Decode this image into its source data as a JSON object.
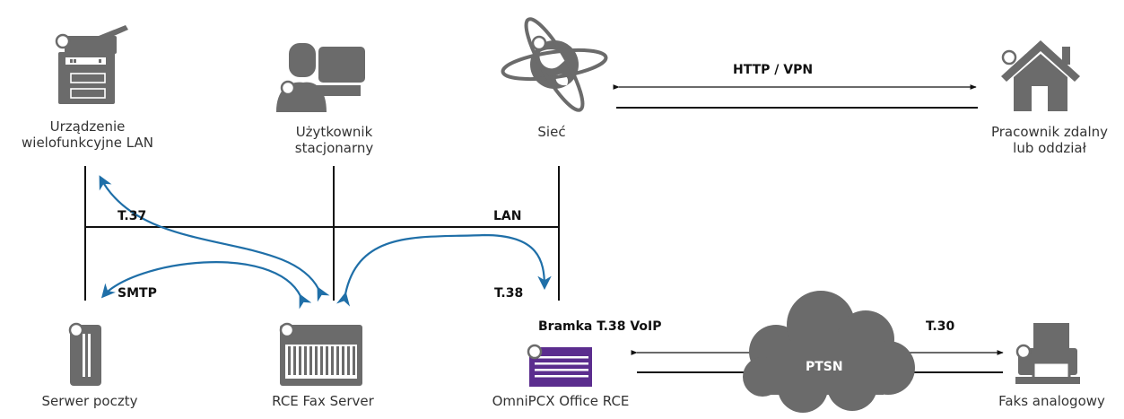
{
  "nodes": {
    "mfp": "Urządzenie\nwielofunkcyjne LAN",
    "user": "Użytkownik\nstacjonarny",
    "network": "Sieć",
    "remote": "Pracownik zdalny\nlub oddział",
    "mail": "Serwer poczty",
    "fax_server": "RCE Fax Server",
    "omnipcx": "OmniPCX Office RCE",
    "analog_fax": "Faks analogowy"
  },
  "links": {
    "http_vpn": "HTTP / VPN",
    "t37": "T.37",
    "lan": "LAN",
    "smtp": "SMTP",
    "t38": "T.38",
    "gateway": "Bramka T.38 VoIP",
    "pstn": "PTSN",
    "t30": "T.30"
  },
  "colors": {
    "icon": "#6b6b6b",
    "arrow_blue": "#1f6fa8",
    "omnipcx_purple": "#5b2d8e",
    "line": "#111111",
    "cloud": "#6b6b6b"
  }
}
